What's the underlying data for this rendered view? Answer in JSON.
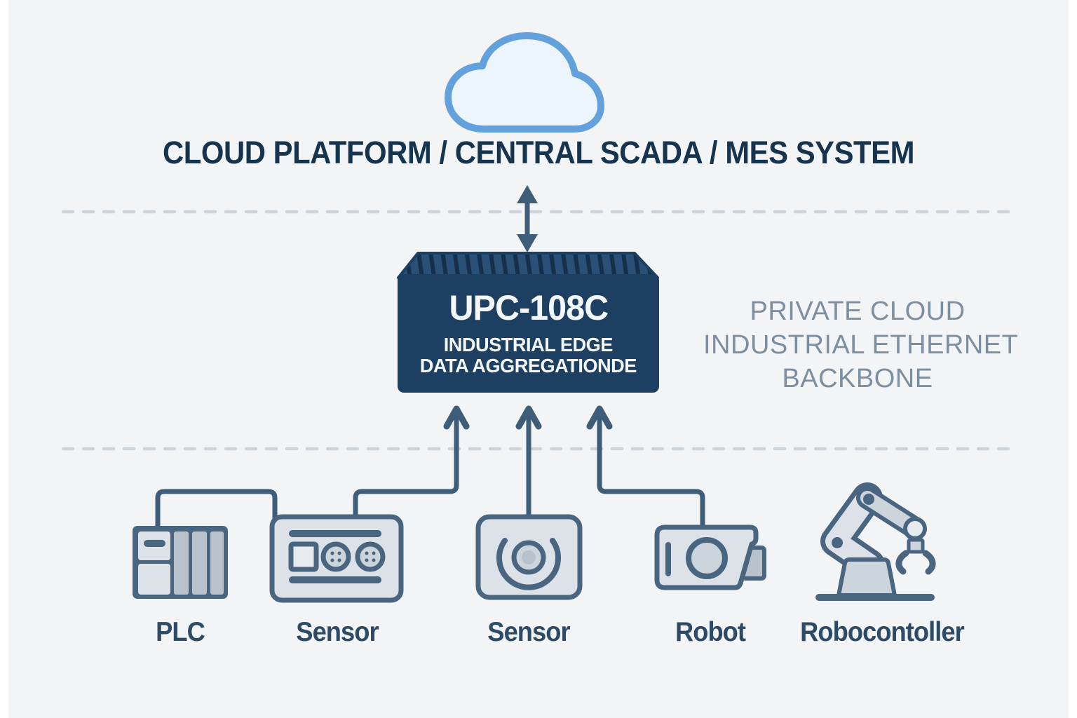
{
  "header": {
    "title": "CLOUD PLATFORM / CENTRAL SCADA / MES SYSTEM",
    "cloud_icon": "cloud-icon",
    "link_icon": "up-down-arrow-icon"
  },
  "edge_box": {
    "model": "UPC-108C",
    "line1": "INDUSTRIAL EDGE",
    "line2": "DATA AGGREGATIONDE"
  },
  "backbone_note": {
    "line1": "PRIVATE CLOUD",
    "line2": "INDUSTRIAL ETHERNET",
    "line3": "BACKBONE"
  },
  "devices": [
    {
      "label": "PLC",
      "icon": "plc-icon",
      "connected": "wire-to-sensor-panel"
    },
    {
      "label": "Sensor",
      "icon": "sensor-panel-icon",
      "connected": "up-arrow-1"
    },
    {
      "label": "Sensor",
      "icon": "proximity-sensor-icon",
      "connected": "up-arrow-2"
    },
    {
      "label": "Robot",
      "icon": "robot-camera-icon",
      "connected": "up-arrow-3"
    },
    {
      "label": "Robocontoller",
      "icon": "robot-arm-icon",
      "connected": "none"
    }
  ],
  "separators": {
    "style": "dashed",
    "count": 2
  },
  "colors": {
    "bg": "#f3f4f6",
    "edgeStrip": "#ffffff",
    "navy": "#17344f",
    "white": "#f4f7fa",
    "boxFill": "#1d3f62",
    "finDark": "#16304b",
    "finLight": "#2a5077",
    "ink2": "#4a6580",
    "wire": "#3e5d78",
    "lightFill": "#dce2e8",
    "paleFill": "#e7ebf0",
    "midFill": "#b7c2cc",
    "midFill2": "#ccd4dc",
    "cloudStroke": "#63a1dd",
    "cloudFill": "#ecf4fc",
    "dash": "#ccd5db",
    "muted": "#7c8fa1",
    "labelText": "#2d4b66"
  }
}
